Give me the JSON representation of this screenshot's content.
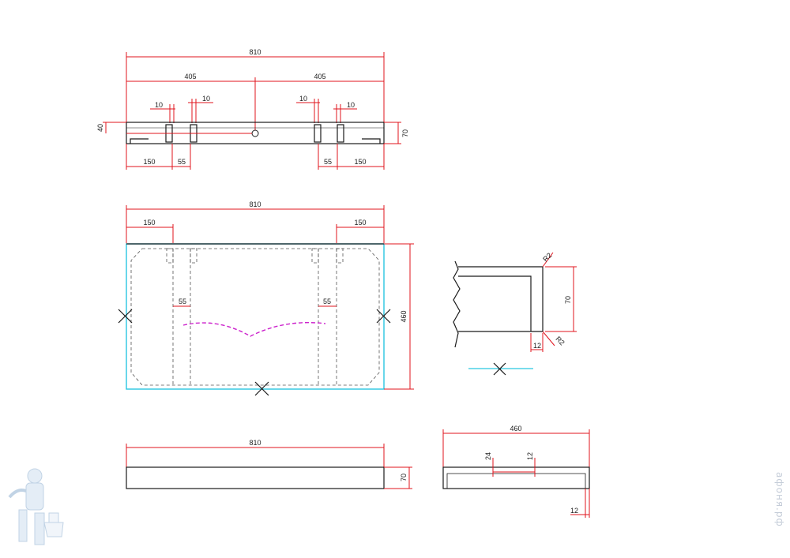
{
  "colors": {
    "dimension": "#e0141e",
    "outline": "#1a1a1a",
    "outline_blue": "#29c6e0",
    "curve": "#cc22cc"
  },
  "dims": {
    "top_total": "810",
    "top_half_left": "405",
    "top_half_right": "405",
    "slot_l1": "10",
    "slot_l2": "10",
    "slot_r1": "10",
    "slot_r2": "10",
    "height_left": "40",
    "height_right": "70",
    "bottom_l150": "150",
    "bottom_l55": "55",
    "bottom_r55": "55",
    "bottom_r150": "150",
    "plan_total": "810",
    "plan_l150": "150",
    "plan_r150": "150",
    "plan_l55": "55",
    "plan_r55": "55",
    "plan_depth": "460",
    "detail_r2a": "R2",
    "detail_70": "70",
    "detail_12": "12",
    "detail_r2b": "R2",
    "front_total": "810",
    "front_70": "70",
    "side_total": "460",
    "side_24": "24",
    "side_12": "12",
    "side_12b": "12"
  },
  "watermark": "афоня.рф",
  "logo": "plumber-mascot-icon"
}
